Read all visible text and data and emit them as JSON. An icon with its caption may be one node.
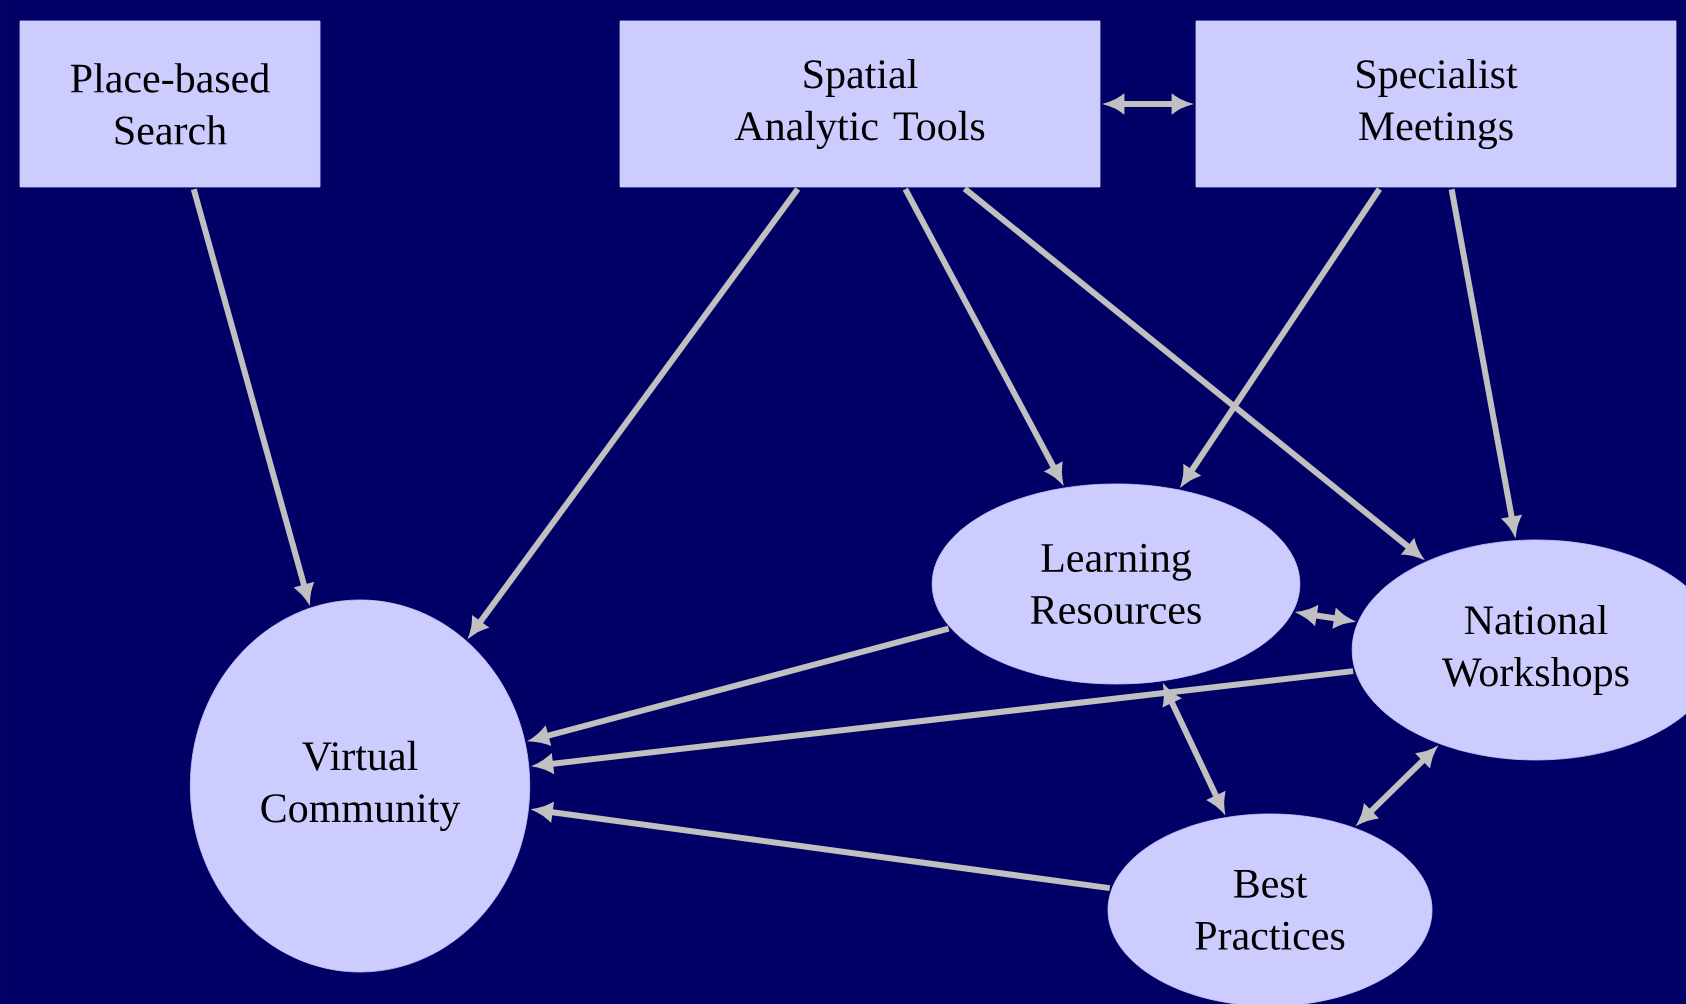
{
  "diagram": {
    "nodes": [
      {
        "text": [
          "Place-based Search"
        ]
      },
      {
        "text": [
          "Spatial Analytic Tools"
        ]
      },
      {
        "text": [
          "Specialist Meetings"
        ]
      },
      {
        "text": [
          "Learning Resources"
        ]
      },
      {
        "text": [
          "National Workshops"
        ]
      },
      {
        "text": [
          "Virtual Community"
        ]
      },
      {
        "text": [
          "Best Practices"
        ]
      }
    ],
    "edges": [
      {
        "from": 0,
        "to": 5,
        "arrow": "to"
      },
      {
        "from": 1,
        "to": 5,
        "arrow": "to"
      },
      {
        "from": 1,
        "to": 3,
        "arrow": "to"
      },
      {
        "from": 1,
        "to": 4,
        "arrow": "to"
      },
      {
        "from": 1,
        "to": 2,
        "arrow": "both"
      },
      {
        "from": 2,
        "to": 3,
        "arrow": "to"
      },
      {
        "from": 2,
        "to": 4,
        "arrow": "to"
      },
      {
        "from": 3,
        "to": 5,
        "arrow": "to"
      },
      {
        "from": 3,
        "to": 4,
        "arrow": "both"
      },
      {
        "from": 4,
        "to": 5,
        "arrow": "to"
      },
      {
        "from": 3,
        "to": 6,
        "arrow": "both"
      },
      {
        "from": 4,
        "to": 6,
        "arrow": "both"
      },
      {
        "from": 6,
        "to": 5,
        "arrow": "to"
      }
    ]
  }
}
